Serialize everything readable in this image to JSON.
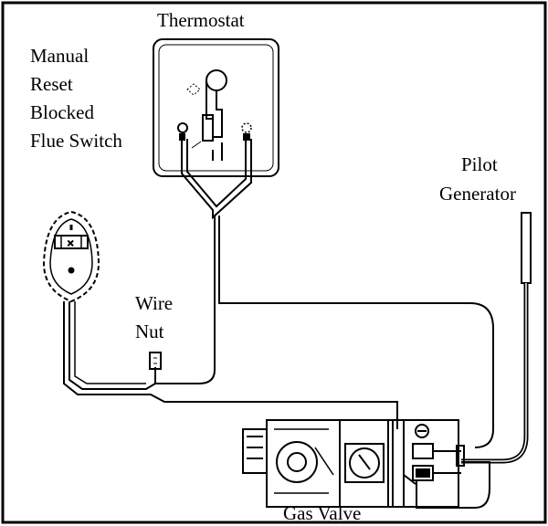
{
  "labels": {
    "thermostat": "Thermostat",
    "switch": [
      "Manual",
      "Reset",
      "Blocked",
      "Flue Switch"
    ],
    "pilot": [
      "Pilot",
      "Generator"
    ],
    "wire_nut": [
      "Wire",
      "Nut"
    ],
    "gas_valve": "Gas Valve"
  },
  "colors": {
    "line": "#000000",
    "background": "#ffffff"
  }
}
